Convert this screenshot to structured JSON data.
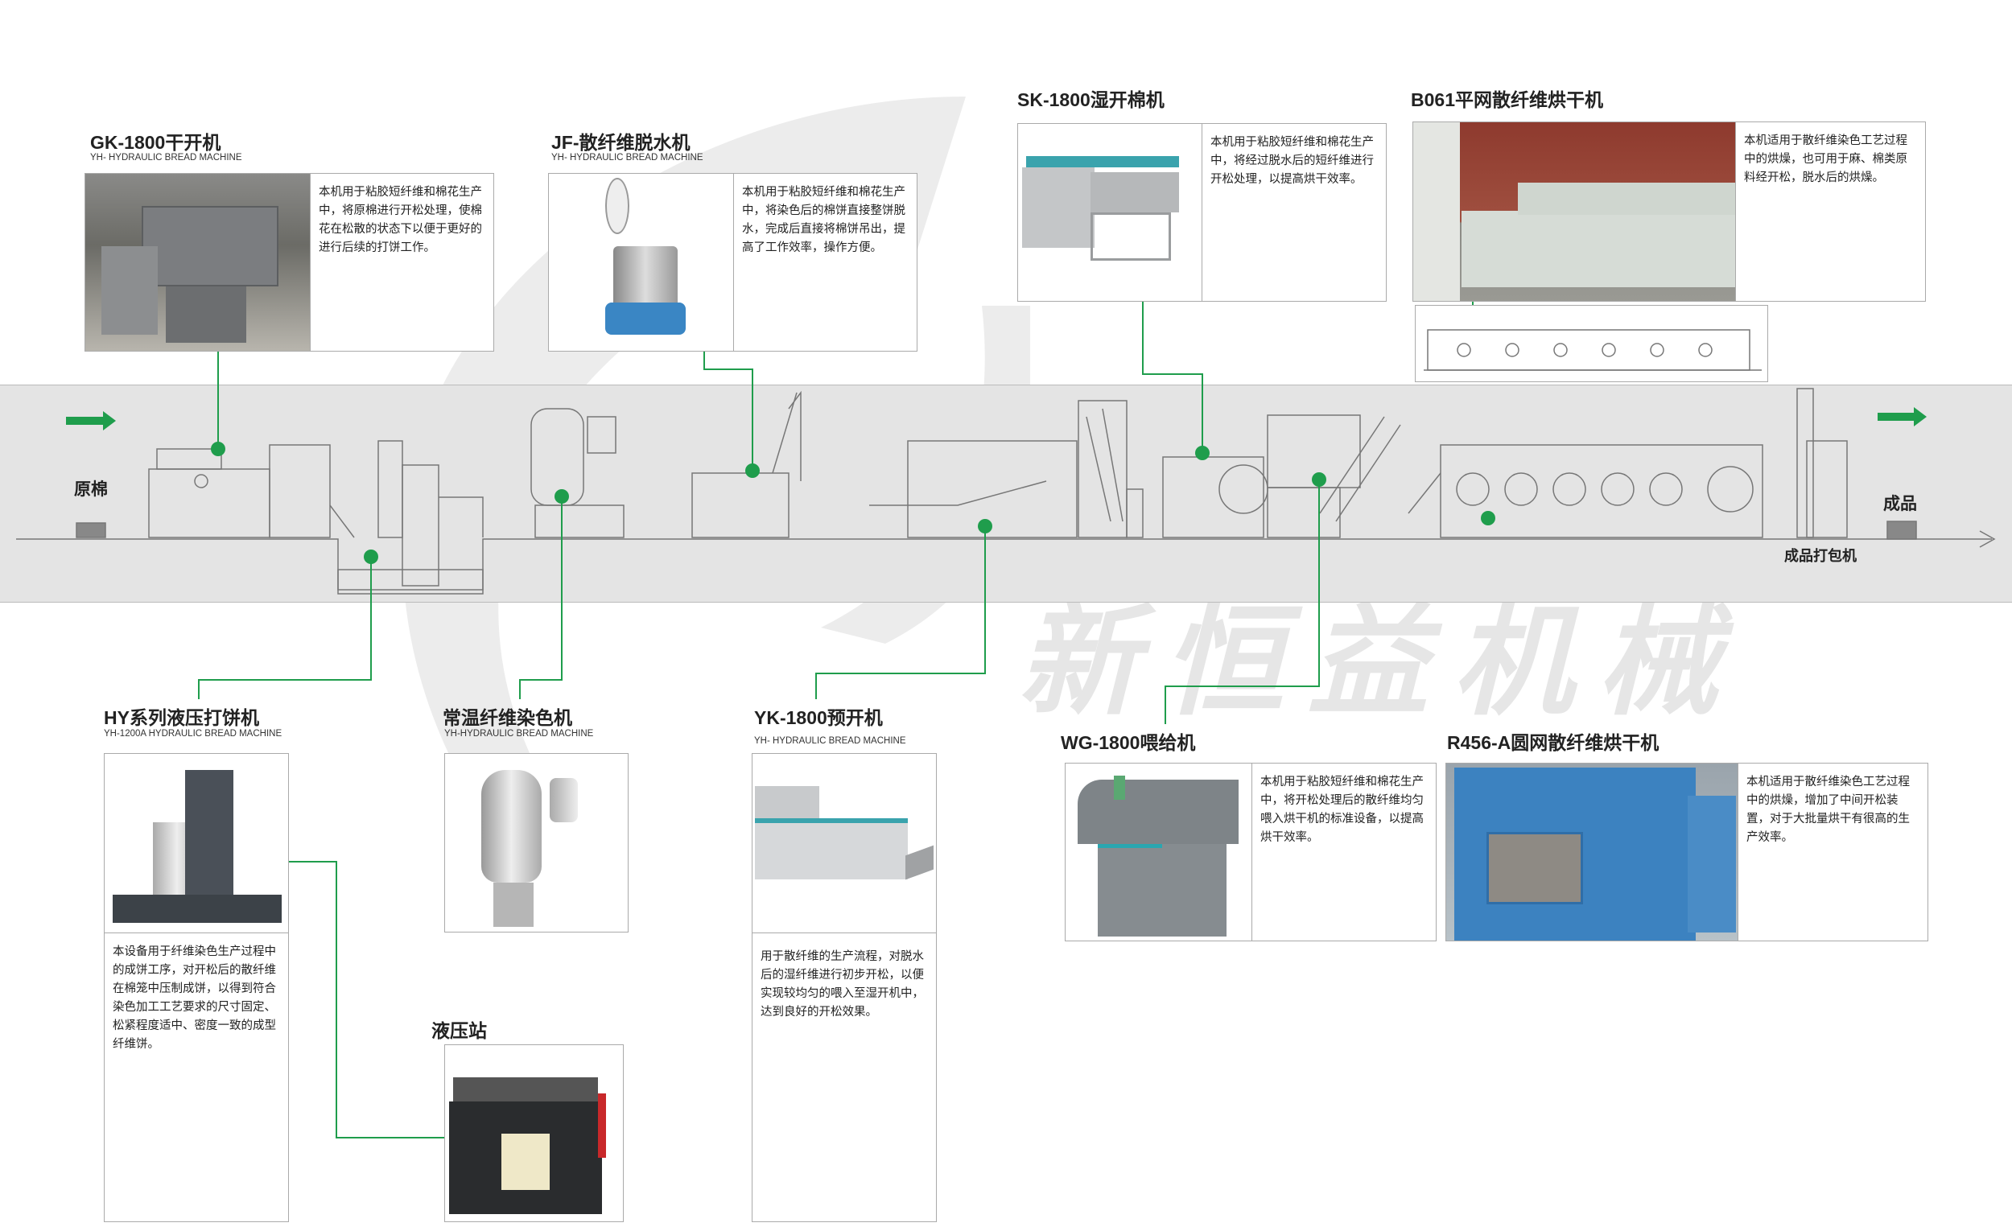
{
  "watermark": "新恒益机械",
  "line": {
    "start_label": "原棉",
    "end_label": "成品",
    "packer_label": "成品打包机"
  },
  "colors": {
    "accent": "#1f9d4c",
    "band": "#e4e4e4"
  },
  "cards": {
    "gk": {
      "title": "GK-1800干开机",
      "subtitle": "YH- HYDRAULIC BREAD MACHINE",
      "desc": "本机用于粘胶短纤维和棉花生产中，将原棉进行开松处理，使棉花在松散的状态下以便于更好的进行后续的打饼工作。"
    },
    "jf": {
      "title": "JF-散纤维脱水机",
      "subtitle": "YH- HYDRAULIC BREAD MACHINE",
      "desc": "本机用于粘胶短纤维和棉花生产中，将染色后的棉饼直接整饼脱水，完成后直接将棉饼吊出，提高了工作效率，操作方便。"
    },
    "sk": {
      "title": "SK-1800湿开棉机",
      "desc": "本机用于粘胶短纤维和棉花生产中，将经过脱水后的短纤维进行开松处理，以提高烘干效率。"
    },
    "b061": {
      "title": "B061平网散纤维烘干机",
      "desc": "本机适用于散纤维染色工艺过程中的烘燥，也可用于麻、棉类原料经开松，脱水后的烘燥。"
    },
    "hy": {
      "title": "HY系列液压打饼机",
      "subtitle": "YH-1200A HYDRAULIC BREAD MACHINE",
      "desc": "本设备用于纤维染色生产过程中的成饼工序，对开松后的散纤维在棉笼中压制成饼，以得到符合染色加工工艺要求的尺寸固定、松紧程度适中、密度一致的成型纤维饼。"
    },
    "dye": {
      "title": "常温纤维染色机",
      "subtitle": "YH-HYDRAULIC BREAD MACHINE"
    },
    "yk": {
      "title": "YK-1800预开机",
      "subtitle": "YH- HYDRAULIC BREAD MACHINE",
      "desc": "用于散纤维的生产流程，对脱水后的湿纤维进行初步开松，以便实现较均匀的喂入至湿开机中，达到良好的开松效果。"
    },
    "hps": {
      "title": "液压站"
    },
    "wg": {
      "title": "WG-1800喂给机",
      "desc": "本机用于粘胶短纤维和棉花生产中，将开松处理后的散纤维均匀喂入烘干机的标准设备，以提高烘干效率。"
    },
    "r456": {
      "title": "R456-A圆网散纤维烘干机",
      "desc": "本机适用于散纤维染色工艺过程中的烘燥，增加了中间开松装置，对于大批量烘干有很高的生产效率。"
    }
  }
}
